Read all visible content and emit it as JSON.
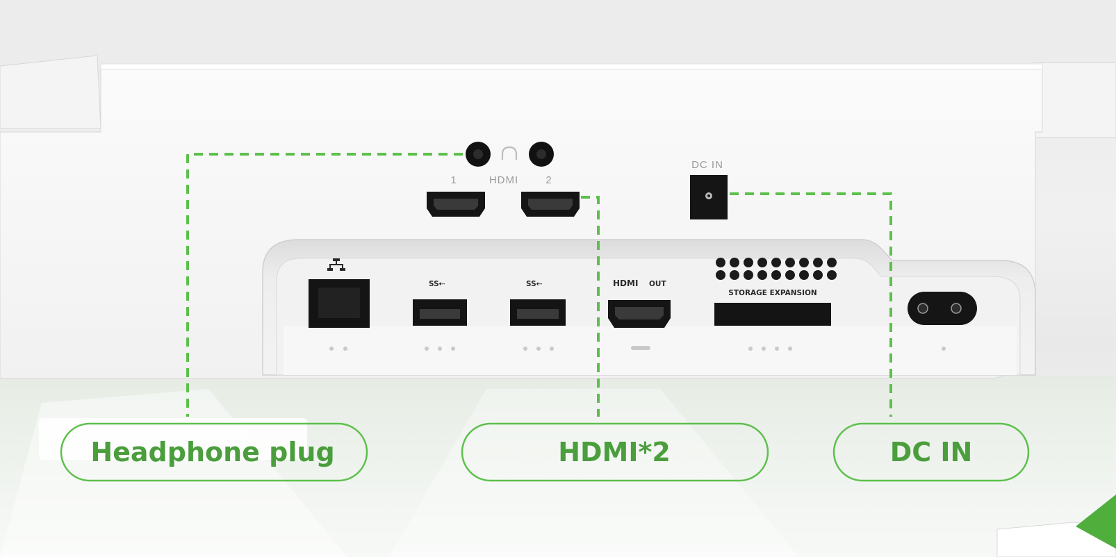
{
  "colors": {
    "accent_green": "#4a9e3c",
    "dashed_green": "#5dc04c",
    "device_white": "#f4f4f4",
    "port_black": "#1a1a1a"
  },
  "device": {
    "port_labels": {
      "hdmi_index_1": "1",
      "hdmi_center": "HDMI",
      "hdmi_index_2": "2",
      "dc_in_port": "DC  IN"
    },
    "rear_panel": {
      "usb_logo_1": "SS⇠",
      "usb_logo_2": "SS⇠",
      "hdmi_out_logo": "HDMI",
      "hdmi_out_suffix": "OUT",
      "storage_label": "STORAGE EXPANSION"
    },
    "icons": [
      "headphone-icon",
      "ethernet-icon",
      "usb-ss-icon"
    ]
  },
  "callouts": {
    "headphone": "Headphone plug",
    "hdmi": "HDMI*2",
    "dc_in": "DC IN"
  }
}
